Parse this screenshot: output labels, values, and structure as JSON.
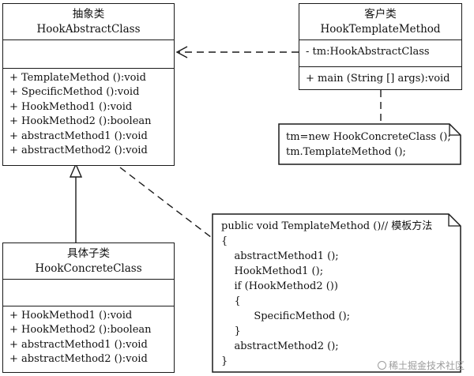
{
  "abstract_class": {
    "stereotype": "抽象类",
    "name": "HookAbstractClass",
    "attributes": [],
    "operations": [
      "+ TemplateMethod ():void",
      "+ SpecificMethod ():void",
      "+ HookMethod1 ():void",
      "+ HookMethod2 ():boolean",
      "+ abstractMethod1 ():void",
      "+ abstractMethod2 ():void"
    ]
  },
  "client_class": {
    "stereotype": "客户类",
    "name": "HookTemplateMethod",
    "attributes": [
      "- tm:HookAbstractClass"
    ],
    "operations": [
      "+ main (String [] args):void"
    ]
  },
  "concrete_class": {
    "stereotype": "具体子类",
    "name": "HookConcreteClass",
    "attributes": [],
    "operations": [
      "+ HookMethod1 ():void",
      "+ HookMethod2 ():boolean",
      "+ abstractMethod1 ():void",
      "+ abstractMethod2 ():void"
    ]
  },
  "client_note": {
    "lines": [
      "tm=new HookConcreteClass ();",
      "tm.TemplateMethod ();"
    ]
  },
  "template_note": {
    "lines": [
      "public void TemplateMethod ()// 模板方法",
      "{",
      "    abstractMethod1 ();",
      "    HookMethod1 ();",
      "    if (HookMethod2 ())",
      "    {",
      "          SpecificMethod ();",
      "    }",
      "    abstractMethod2 ();",
      "}"
    ]
  },
  "relationships": [
    {
      "type": "dependency",
      "from": "HookTemplateMethod",
      "to": "HookAbstractClass",
      "style": "dashed-open-arrow"
    },
    {
      "type": "generalization",
      "from": "HookConcreteClass",
      "to": "HookAbstractClass",
      "style": "hollow-triangle"
    },
    {
      "type": "note-anchor",
      "from": "client_note",
      "to": "HookTemplateMethod",
      "style": "dashed"
    },
    {
      "type": "note-anchor",
      "from": "template_note",
      "to": "HookAbstractClass",
      "style": "dashed"
    }
  ],
  "watermark": {
    "text": "稀土掘金技术社区"
  },
  "colors": {
    "line": "#1a1a1a",
    "background": "#ffffff",
    "watermark": "#9c9c9c"
  }
}
